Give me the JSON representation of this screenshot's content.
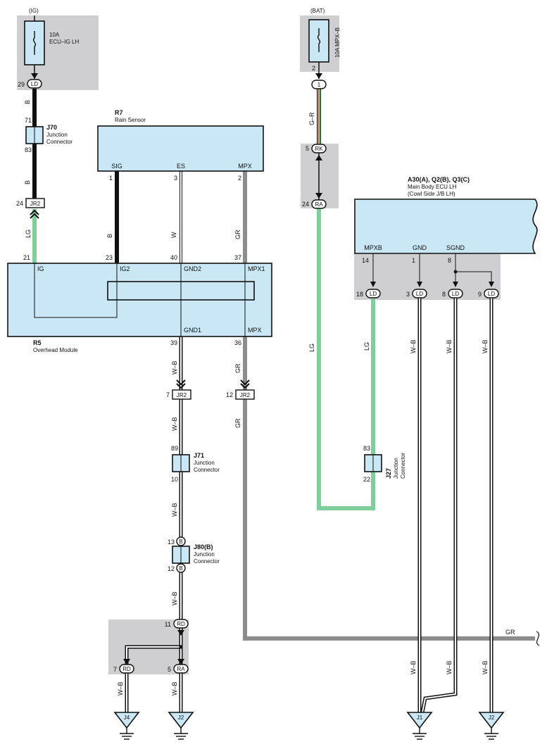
{
  "components": {
    "fuse_ig": {
      "supply": "(IG)",
      "rating": "10A",
      "name": "ECU–IG LH"
    },
    "fuse_bat": {
      "supply": "(BAT)",
      "label": "10A MPX–B"
    },
    "j70": {
      "id": "J70",
      "line1": "Junction",
      "line2": "Connector",
      "pin_top": "71",
      "pin_bottom": "83"
    },
    "j71": {
      "id": "J71",
      "line1": "Junction",
      "line2": "Connector",
      "pin_top": "89",
      "pin_bottom": "10"
    },
    "j80": {
      "id": "J80(B)",
      "line1": "Junction",
      "line2": "Connector",
      "pin_top": "13",
      "pin_bottom": "12",
      "pin_letter": "B"
    },
    "j27": {
      "id": "J27",
      "line1": "Junction",
      "line2": "Connector",
      "pin_top": "83",
      "pin_bottom": "22"
    },
    "r7": {
      "id": "R7",
      "name": "Rain Sensor",
      "pins": [
        "SIG",
        "ES",
        "MPX"
      ],
      "pin_nums": [
        "1",
        "3",
        "2"
      ]
    },
    "r5": {
      "id": "R5",
      "name": "Overhead Module",
      "top_pins": [
        "IG",
        "IG2",
        "GND2",
        "MPX1"
      ],
      "top_nums": [
        "21",
        "23",
        "40",
        "37"
      ],
      "bottom_pins": [
        "GND1",
        "MPX"
      ],
      "bottom_nums": [
        "39",
        "36"
      ]
    },
    "ecu": {
      "id": "A30(A), Q2(B), Q3(C)",
      "line1": "Main Body ECU LH",
      "line2": "(Cowl Side J/B LH)",
      "pins": [
        "MPXB",
        "GND",
        "SGND"
      ],
      "pin_nums": [
        "14",
        "1",
        "8"
      ]
    }
  },
  "connectors": {
    "ig_ld": {
      "code": "LD",
      "pin": "29"
    },
    "bat_pin": {
      "code": "1",
      "pin": "2"
    },
    "rk": {
      "code": "RK",
      "pin": "5"
    },
    "ra_top": {
      "code": "RA",
      "pin": "24"
    },
    "jr2_a": {
      "code": "JR2",
      "pin": "24"
    },
    "jr2_b": {
      "code": "JR2",
      "pin": "7"
    },
    "jr2_c": {
      "code": "JR2",
      "pin": "12"
    },
    "ld_18": {
      "code": "LD",
      "pin": "18"
    },
    "ld_3": {
      "code": "LD",
      "pin": "3"
    },
    "ld_8": {
      "code": "LD",
      "pin": "8"
    },
    "ld_9": {
      "code": "LD",
      "pin": "9"
    },
    "rd_11": {
      "code": "RD",
      "pin": "11"
    },
    "rd_7": {
      "code": "RD",
      "pin": "7"
    },
    "ra_5": {
      "code": "RA",
      "pin": "5"
    }
  },
  "wires": {
    "b1": "B",
    "b2": "B",
    "b3": "B",
    "lg1": "LG",
    "w1": "W",
    "gr1": "GR",
    "gr_bat": "G–R",
    "wb1": "W–B",
    "wb2": "W–B",
    "wb3": "W–B",
    "wb4": "W–B",
    "gr2": "GR",
    "gr3": "GR",
    "lg2": "LG",
    "lg3": "LG",
    "wb5": "W–B",
    "wb6": "W–B",
    "wb7": "W–B",
    "wb8": "W–B",
    "wb9": "W–B",
    "wb10": "W–B",
    "wb11": "W–B",
    "wb12": "W–B",
    "gr_right": "GR"
  },
  "grounds": {
    "j4": "J4",
    "j2a": "J2",
    "j1": "J1",
    "j2b": "J2"
  },
  "colors": {
    "module_fill": "#c9e7f4",
    "shade": "#cfcfd1",
    "wire_black": "#111111",
    "wire_lg": "#7fcf9b",
    "wire_gr": "#8c8c8c",
    "wire_gr_red": "#d4461f"
  }
}
